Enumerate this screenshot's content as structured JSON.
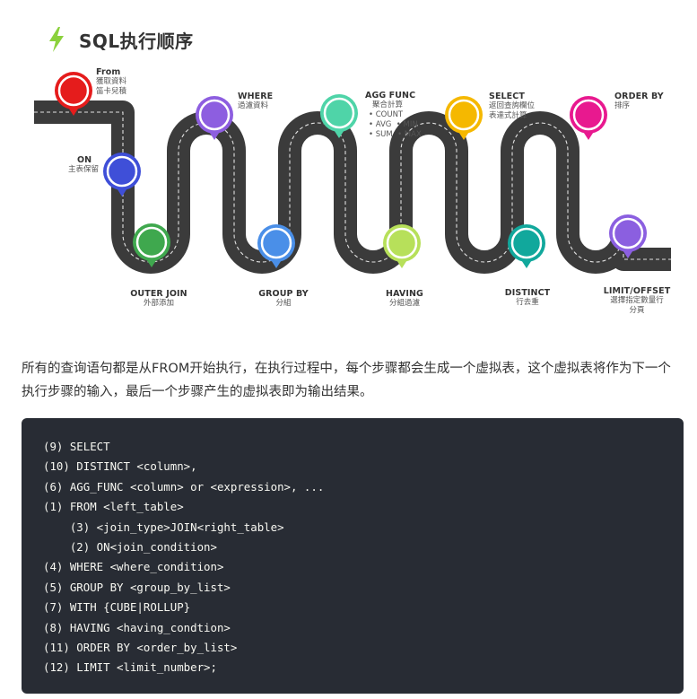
{
  "header": {
    "title": "SQL执行顺序",
    "icon": "lightning-bolt-icon",
    "icon_color": "#8bd13c"
  },
  "steps": [
    {
      "id": "from",
      "title": "From",
      "desc": [
        "獲取資料",
        "笛卡兒積"
      ],
      "color": "#e51c1c"
    },
    {
      "id": "on",
      "title": "ON",
      "desc": [
        "主表保留"
      ],
      "color": "#3f4fd8"
    },
    {
      "id": "outer",
      "title": "OUTER JOIN",
      "desc": [
        "外部添加"
      ],
      "color": "#3fa84e"
    },
    {
      "id": "where",
      "title": "WHERE",
      "desc": [
        "過濾資料"
      ],
      "color": "#8d5ee0"
    },
    {
      "id": "groupby",
      "title": "GROUP BY",
      "desc": [
        "分組"
      ],
      "color": "#4a8fe8"
    },
    {
      "id": "agg",
      "title": "AGG FUNC",
      "desc": [
        "聚合計算"
      ],
      "color": "#4fd4a8",
      "items": [
        "COUNT",
        "AVG",
        "MIN",
        "SUM",
        "MAX"
      ]
    },
    {
      "id": "having",
      "title": "HAVING",
      "desc": [
        "分組過濾"
      ],
      "color": "#b7e05a"
    },
    {
      "id": "select",
      "title": "SELECT",
      "desc": [
        "返回查詢欄位",
        "表達式計算"
      ],
      "color": "#f5b800"
    },
    {
      "id": "distinct",
      "title": "DISTINCT",
      "desc": [
        "行去重"
      ],
      "color": "#11a89c"
    },
    {
      "id": "orderby",
      "title": "ORDER BY",
      "desc": [
        "排序"
      ],
      "color": "#e8198f"
    },
    {
      "id": "limit",
      "title": "LIMIT/OFFSET",
      "desc": [
        "選擇指定數量行",
        "分頁"
      ],
      "color": "#8b5fe0"
    }
  ],
  "paragraph": "所有的查询语句都是从FROM开始执行，在执行过程中，每个步骤都会生成一个虚拟表，这个虚拟表将作为下一个执行步骤的输入，最后一个步骤产生的虚拟表即为输出结果。",
  "code": [
    "(9) SELECT",
    "(10) DISTINCT <column>,",
    "(6) AGG_FUNC <column> or <expression>, ...",
    "(1) FROM <left_table>",
    "    (3) <join_type>JOIN<right_table>",
    "    (2) ON<join_condition>",
    "(4) WHERE <where_condition>",
    "(5) GROUP BY <group_by_list>",
    "(7) WITH {CUBE|ROLLUP}",
    "(8) HAVING <having_condtion>",
    "(11) ORDER BY <order_by_list>",
    "(12) LIMIT <limit_number>;"
  ]
}
